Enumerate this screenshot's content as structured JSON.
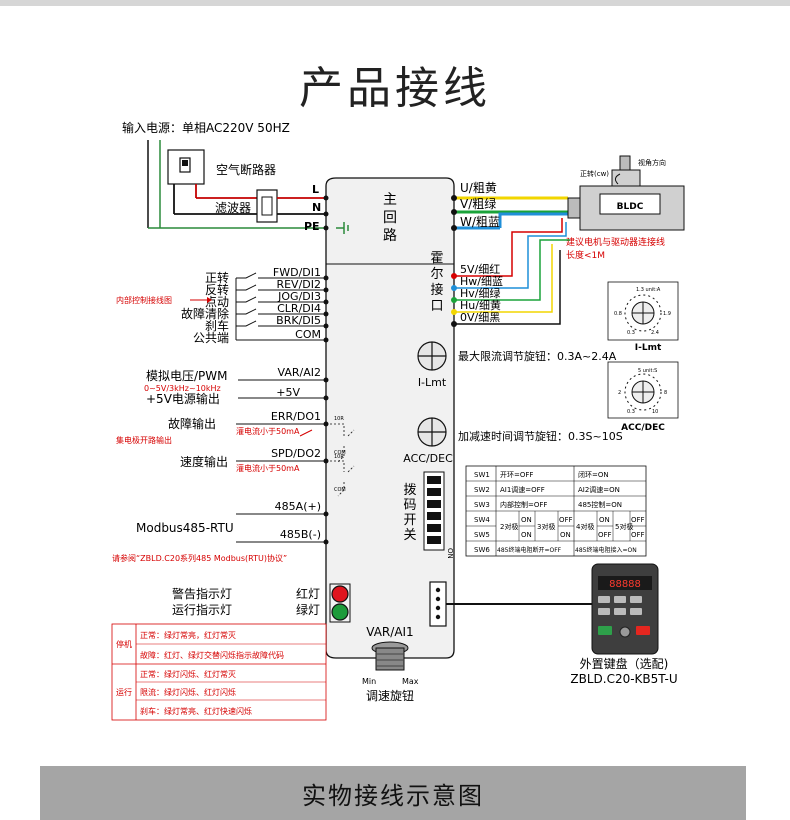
{
  "title": "产品接线",
  "footer": "实物接线示意图",
  "power": {
    "input": "输入电源：单相AC220V 50HZ",
    "breaker": "空气断路器",
    "filter": "滤波器",
    "L": "L",
    "N": "N",
    "PE": "PE"
  },
  "main_circuit": "主回路",
  "hall": "霍尔接口",
  "motor_out": [
    "U/粗黄",
    "V/粗绿",
    "W/粗蓝"
  ],
  "hall_wires": [
    "5V/细红",
    "Hw/细蓝",
    "Hv/细绿",
    "Hu/细黄",
    "0V/细黑"
  ],
  "motor": {
    "name": "BLDC",
    "rotation": "正转(cw)",
    "view": "视角方向",
    "note": "建议电机与驱动器连接线长度<1M"
  },
  "inputs": {
    "labels": [
      "正转",
      "反转",
      "点动",
      "故障清除",
      "刹车",
      "公共端"
    ],
    "terminals": [
      "FWD/DI1",
      "REV/DI2",
      "JOG/DI3",
      "CLR/DI4",
      "BRK/DI5",
      "COM"
    ],
    "note": "内部控制接线图"
  },
  "analog": {
    "label": "模拟电压/PWM",
    "range": "0~5V/3kHz~10kHz",
    "terminal": "VAR/AI2",
    "power_label": "+5V电源输出",
    "power_terminal": "+5V"
  },
  "outputs": {
    "fault_label": "故障输出",
    "fault_terminal": "ERR/DO1",
    "speed_label": "速度输出",
    "speed_terminal": "SPD/DO2",
    "current_note": "灌电流小于50mA",
    "oc_note": "集电极开路输出",
    "com": "COM",
    "r10": "10R"
  },
  "modbus": {
    "label": "Modbus485-RTU",
    "a": "485A(+)",
    "b": "485B(-)",
    "note": "请参阅“ZBLD.C20系列485 Modbus(RTU)协议”"
  },
  "knobs": {
    "ilmt": "I-Lmt",
    "ilmt_desc": "最大限流调节旋钮：0.3A~2.4A",
    "acc": "ACC/DEC",
    "acc_desc": "加减速时间调节旋钮：0.3S~10S",
    "dial1_unit": "1.3 unit:A",
    "dial1_ticks": [
      "0.8",
      "1.9",
      "0.3",
      "2.4"
    ],
    "dial1_name": "I-Lmt",
    "dial2_unit": "5 unit:S",
    "dial2_ticks": [
      "2",
      "8",
      "0.3",
      "10"
    ],
    "dial2_name": "ACC/DEC"
  },
  "dip": {
    "label": "拨码开关",
    "on": "ON"
  },
  "sw_table": {
    "rows": [
      [
        "SW1",
        "开环=OFF",
        "闭环=ON"
      ],
      [
        "SW2",
        "AI1调速=OFF",
        "AI2调速=ON"
      ],
      [
        "SW3",
        "内部控制=OFF",
        "485控制=ON"
      ],
      [
        "SW4",
        "",
        ""
      ],
      [
        "SW5",
        "",
        ""
      ],
      [
        "SW6",
        "485终端电阻断开=OFF",
        "485终端电阻接入=ON"
      ]
    ],
    "poles": [
      "2对极",
      "3对极",
      "4对极",
      "5对极"
    ],
    "on": "ON",
    "off": "OFF"
  },
  "leds": {
    "alarm": "警告指示灯",
    "run": "运行指示灯",
    "red": "红灯",
    "green": "绿灯"
  },
  "status": {
    "stop": "停机",
    "run": "运行",
    "lines": [
      "正常：绿灯常亮，红灯常灭",
      "故障：红灯、绿灯交替闪烁指示故障代码",
      "正常：绿灯闪烁、红灯常灭",
      "限流：绿灯闪烁、红灯闪烁",
      "刹车：绿灯常亮、红灯快速闪烁"
    ]
  },
  "speed_knob": {
    "terminal": "VAR/AI1",
    "label": "调速旋钮",
    "min": "Min",
    "max": "Max"
  },
  "keypad": {
    "label": "外置键盘（选配)",
    "model": "ZBLD.C20-KB5T-U",
    "display": "88888"
  },
  "colors": {
    "accent_red": "#d60000",
    "wire_yellow": "#f2d600",
    "wire_green": "#1aa33a",
    "wire_blue": "#1f8fd8",
    "wire_black": "#111111"
  }
}
